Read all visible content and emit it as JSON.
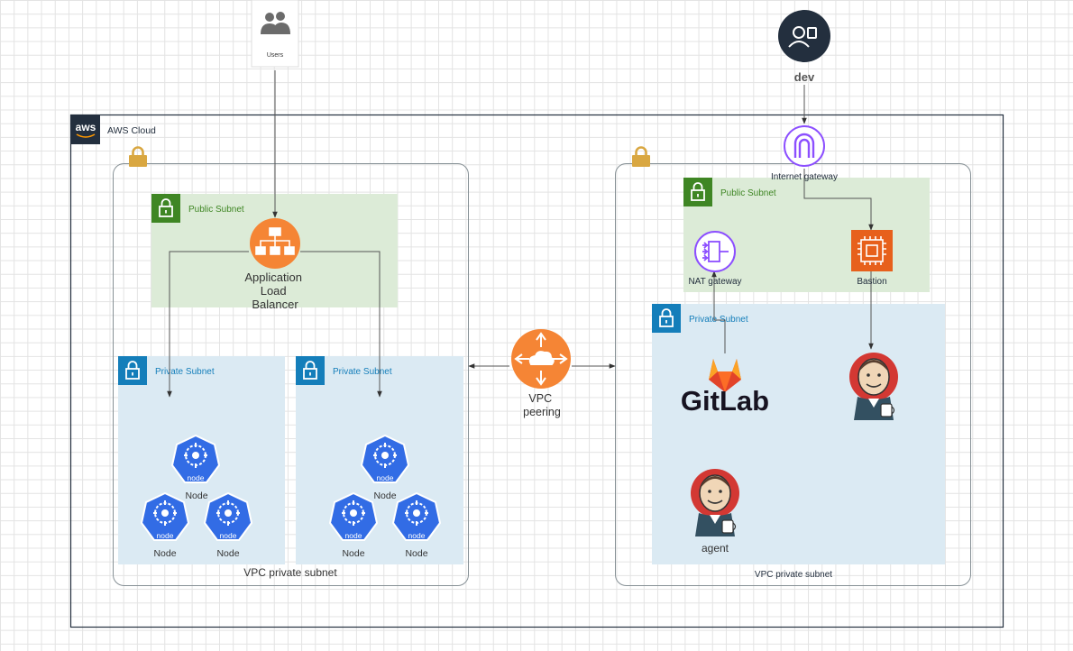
{
  "users": {
    "label": "Users"
  },
  "dev": {
    "label": "dev"
  },
  "aws_cloud": {
    "label": "AWS Cloud",
    "logo_text": "aws"
  },
  "left_vpc": {
    "label": "VPC private subnet",
    "public_subnet": {
      "label": "Public Subnet"
    },
    "alb": {
      "label_lines": [
        "Application",
        "Load",
        "Balancer"
      ]
    },
    "private_subnet_a": {
      "label": "Private Subnet",
      "node_labels": [
        "Node",
        "Node",
        "Node"
      ]
    },
    "private_subnet_b": {
      "label": "Private Subnet",
      "node_labels": [
        "Node",
        "Node",
        "Node"
      ]
    },
    "node_badge": "node"
  },
  "vpc_peering": {
    "label_lines": [
      "VPC",
      "peering"
    ]
  },
  "right_vpc": {
    "label": "VPC private subnet",
    "internet_gateway": {
      "label": "Internet gateway"
    },
    "public_subnet": {
      "label": "Public Subnet"
    },
    "nat_gateway": {
      "label": "NAT gateway"
    },
    "bastion": {
      "label": "Bastion"
    },
    "private_subnet": {
      "label": "Private Subnet"
    },
    "gitlab": {
      "label": "GitLab"
    },
    "agent": {
      "label": "agent"
    }
  },
  "colors": {
    "public_subnet_fill": "#dcebd7",
    "private_subnet_fill": "#dbeaf3",
    "public_text": "#3f8624",
    "private_text": "#147eba",
    "alb_orange": "#f58535",
    "ec2_orange": "#e7601c",
    "igw_purple": "#8c4fff",
    "k8s_blue": "#326ce5",
    "aws_navy": "#232f3e",
    "lock_gold": "#d9a741",
    "gitlab_orange": "#e24329",
    "jenkins_red": "#d33833"
  }
}
